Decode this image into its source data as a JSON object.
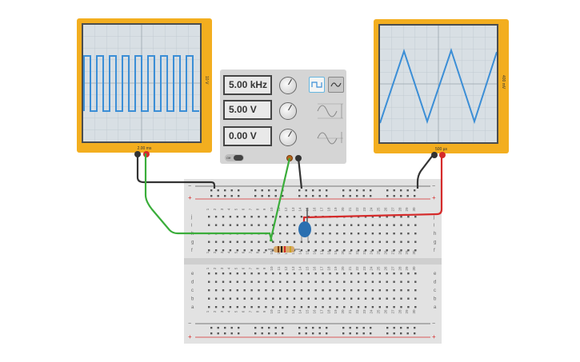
{
  "left_scope": {
    "time_label": "2.00 ms",
    "volt_label": "10 V",
    "trace": "square"
  },
  "right_scope": {
    "time_label": "500 µs",
    "volt_label": "400 mV",
    "trace": "triangle"
  },
  "function_generator": {
    "frequency": "5.00 kHz",
    "amplitude": "5.00 V",
    "offset": "0.00 V",
    "switch_label": "Off",
    "waveforms": [
      "square",
      "triangle",
      "sine"
    ],
    "selected_waveform": "square"
  },
  "breadboard": {
    "rows_top": [
      "j",
      "i",
      "h",
      "g",
      "f"
    ],
    "rows_bottom": [
      "e",
      "d",
      "c",
      "b",
      "a"
    ],
    "columns": [
      "1",
      "2",
      "3",
      "4",
      "5",
      "6",
      "7",
      "8",
      "9",
      "10",
      "11",
      "12",
      "13",
      "14",
      "15",
      "16",
      "17",
      "18",
      "19",
      "20",
      "21",
      "22",
      "23",
      "24",
      "25",
      "26",
      "27",
      "28",
      "29",
      "30"
    ],
    "rail_minus": "−",
    "rail_plus": "+"
  },
  "colors": {
    "scope_frame": "#f3ae1f",
    "trace": "#3b8ed6",
    "wire_red": "#d52b2b",
    "wire_green": "#3aad3a",
    "wire_black": "#333333",
    "capacitor": "#2a6fb0"
  }
}
